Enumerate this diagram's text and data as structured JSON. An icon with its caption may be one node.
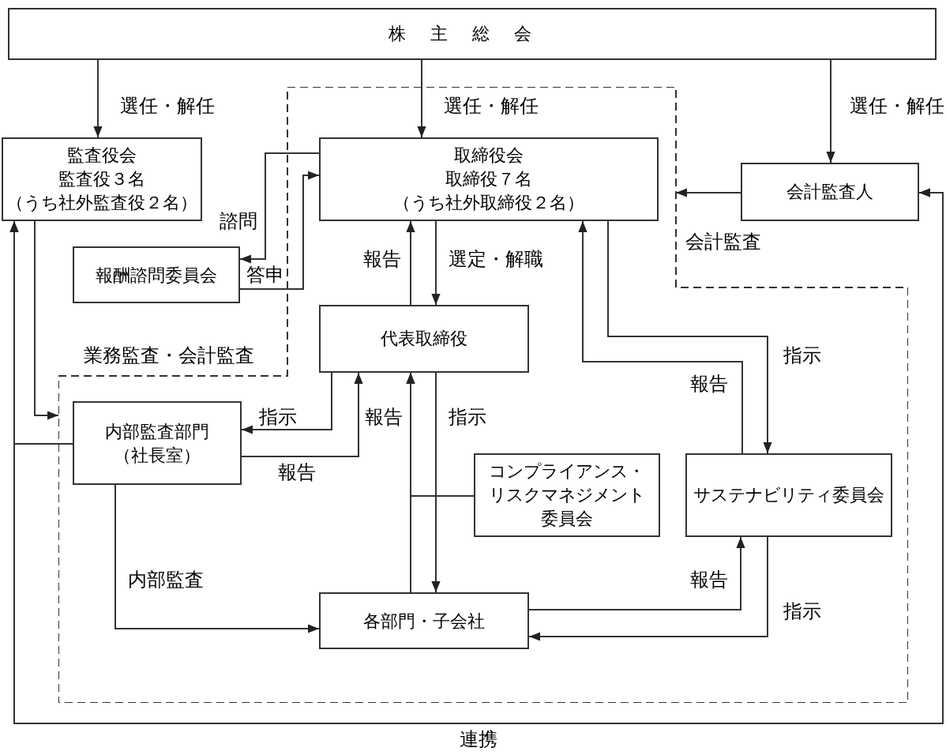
{
  "diagram": {
    "nodes": [
      {
        "text": [
          "株主総会"
        ]
      },
      {
        "text": [
          "監査役会",
          "監査役３名",
          "（うち社外監査役２名）"
        ]
      },
      {
        "text": [],
        "shape": "polygon"
      },
      {
        "text": [
          "取締役会",
          "取締役７名",
          "（うち社外取締役２名）"
        ],
        "in": 2
      },
      {
        "text": [
          "会計監査人"
        ]
      },
      {
        "text": [
          "報酬諮問委員会"
        ]
      },
      {
        "text": [
          "代表取締役"
        ],
        "in": 2
      },
      {
        "text": [
          "内部監査部門",
          "（社長室）"
        ],
        "in": 2
      },
      {
        "text": [
          "コンプライアンス・リスクマネジメント委員会"
        ],
        "in": 2
      },
      {
        "text": [
          "サステナビリティ委員会"
        ],
        "in": 2
      },
      {
        "text": [
          "各部門・子会社"
        ],
        "in": 2
      }
    ],
    "edges": [
      {
        "from": 0,
        "to": 1,
        "arrow": "to",
        "label": "選任・解任"
      },
      {
        "from": 0,
        "to": 3,
        "arrow": "to",
        "label": "選任・解任"
      },
      {
        "from": 0,
        "to": 4,
        "arrow": "to",
        "label": "選任・解任"
      },
      {
        "from": 1,
        "to": 2,
        "arrow": "to",
        "label": "業務監査・会計監査"
      },
      {
        "from": 4,
        "to": 2,
        "arrow": "to",
        "label": "会計監査"
      },
      {
        "from": 3,
        "to": 5,
        "arrow": "to",
        "label": "諮問"
      },
      {
        "from": 5,
        "to": 3,
        "arrow": "to",
        "label": "答申"
      },
      {
        "from": 6,
        "to": 3,
        "arrow": "to",
        "label": "報告"
      },
      {
        "from": 3,
        "to": 6,
        "arrow": "to",
        "label": "選定・解職"
      },
      {
        "from": 6,
        "to": 7,
        "arrow": "to",
        "label": "指示"
      },
      {
        "from": 7,
        "to": 6,
        "arrow": "to",
        "label": "報告"
      },
      {
        "from": 10,
        "to": 6,
        "arrow": "to",
        "label": "報告"
      },
      {
        "from": 6,
        "to": 10,
        "arrow": "to",
        "label": "指示"
      },
      {
        "from": 8,
        "to": 6,
        "arrow": "to"
      },
      {
        "from": 3,
        "to": 9,
        "arrow": "to",
        "label": "指示"
      },
      {
        "from": 9,
        "to": 3,
        "arrow": "to",
        "label": "報告"
      },
      {
        "from": 10,
        "to": 9,
        "arrow": "to",
        "label": "報告"
      },
      {
        "from": 9,
        "to": 10,
        "arrow": "to",
        "label": "指示"
      },
      {
        "from": 7,
        "to": 10,
        "arrow": "to",
        "label": "内部監査"
      },
      {
        "from": 1,
        "to": 4,
        "arrow": "both",
        "label": "連携"
      },
      {
        "from": 7,
        "to": 1,
        "arrow": "to"
      },
      {
        "from": 7,
        "to": 4,
        "arrow": "to"
      }
    ]
  }
}
